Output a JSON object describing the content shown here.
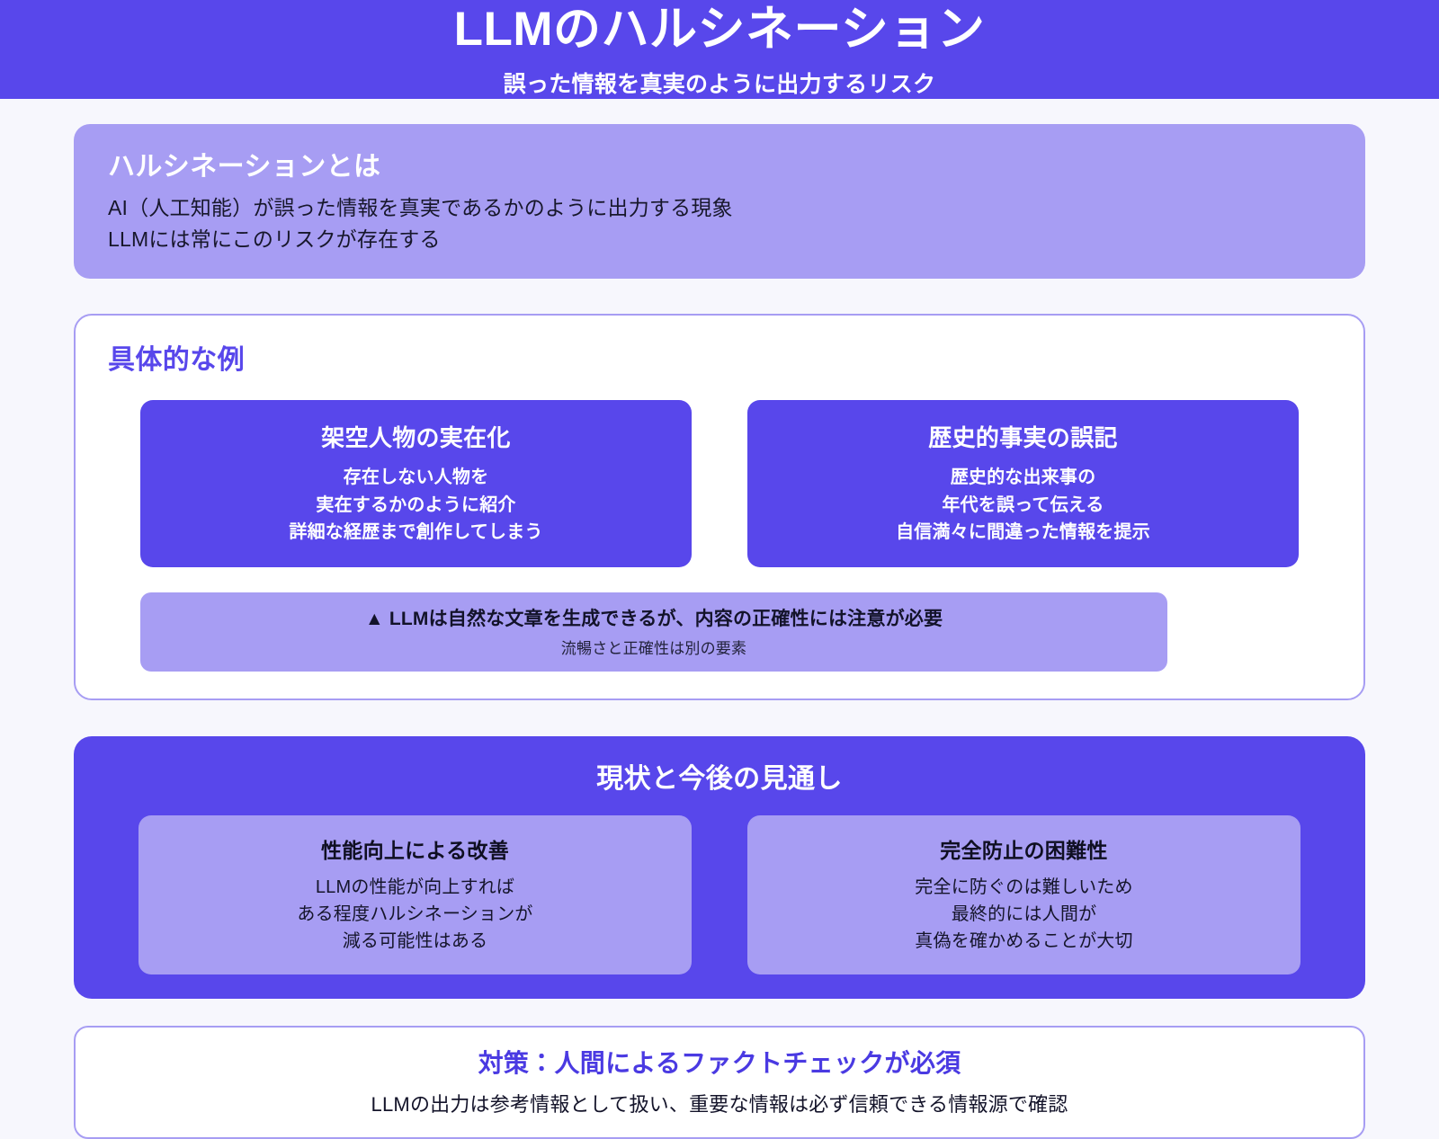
{
  "header": {
    "title": "LLMのハルシネーション",
    "subtitle": "誤った情報を真実のように出力するリスク",
    "bg_color": "#5847eb",
    "text_color": "#ffffff"
  },
  "colors": {
    "page_bg": "#f7f7fd",
    "primary_purple": "#5847eb",
    "light_purple": "#a79df3",
    "accent_text": "#4a3ae2",
    "white": "#ffffff",
    "dark_text": "#15152b"
  },
  "definition": {
    "title": "ハルシネーションとは",
    "lines": [
      "AI（人工知能）が誤った情報を真実であるかのように出力する現象",
      "LLMには常にこのリスクが存在する"
    ]
  },
  "examples": {
    "title": "具体的な例",
    "items": [
      {
        "title": "架空人物の実在化",
        "lines": [
          "存在しない人物を",
          "実在するかのように紹介",
          "詳細な経歴まで創作してしまう"
        ]
      },
      {
        "title": "歴史的事実の誤記",
        "lines": [
          "歴史的な出来事の",
          "年代を誤って伝える",
          "自信満々に間違った情報を提示"
        ]
      }
    ],
    "warning": {
      "icon": "▲",
      "main": "LLMは自然な文章を生成できるが、内容の正確性には注意が必要",
      "sub": "流暢さと正確性は別の要素"
    }
  },
  "outlook": {
    "title": "現状と今後の見通し",
    "items": [
      {
        "title": "性能向上による改善",
        "lines": [
          "LLMの性能が向上すれば",
          "ある程度ハルシネーションが",
          "減る可能性はある"
        ]
      },
      {
        "title": "完全防止の困難性",
        "lines": [
          "完全に防ぐのは難しいため",
          "最終的には人間が",
          "真偽を確かめることが大切"
        ]
      }
    ]
  },
  "conclusion": {
    "title": "対策：人間によるファクトチェックが必須",
    "subtitle": "LLMの出力は参考情報として扱い、重要な情報は必ず信頼できる情報源で確認"
  }
}
